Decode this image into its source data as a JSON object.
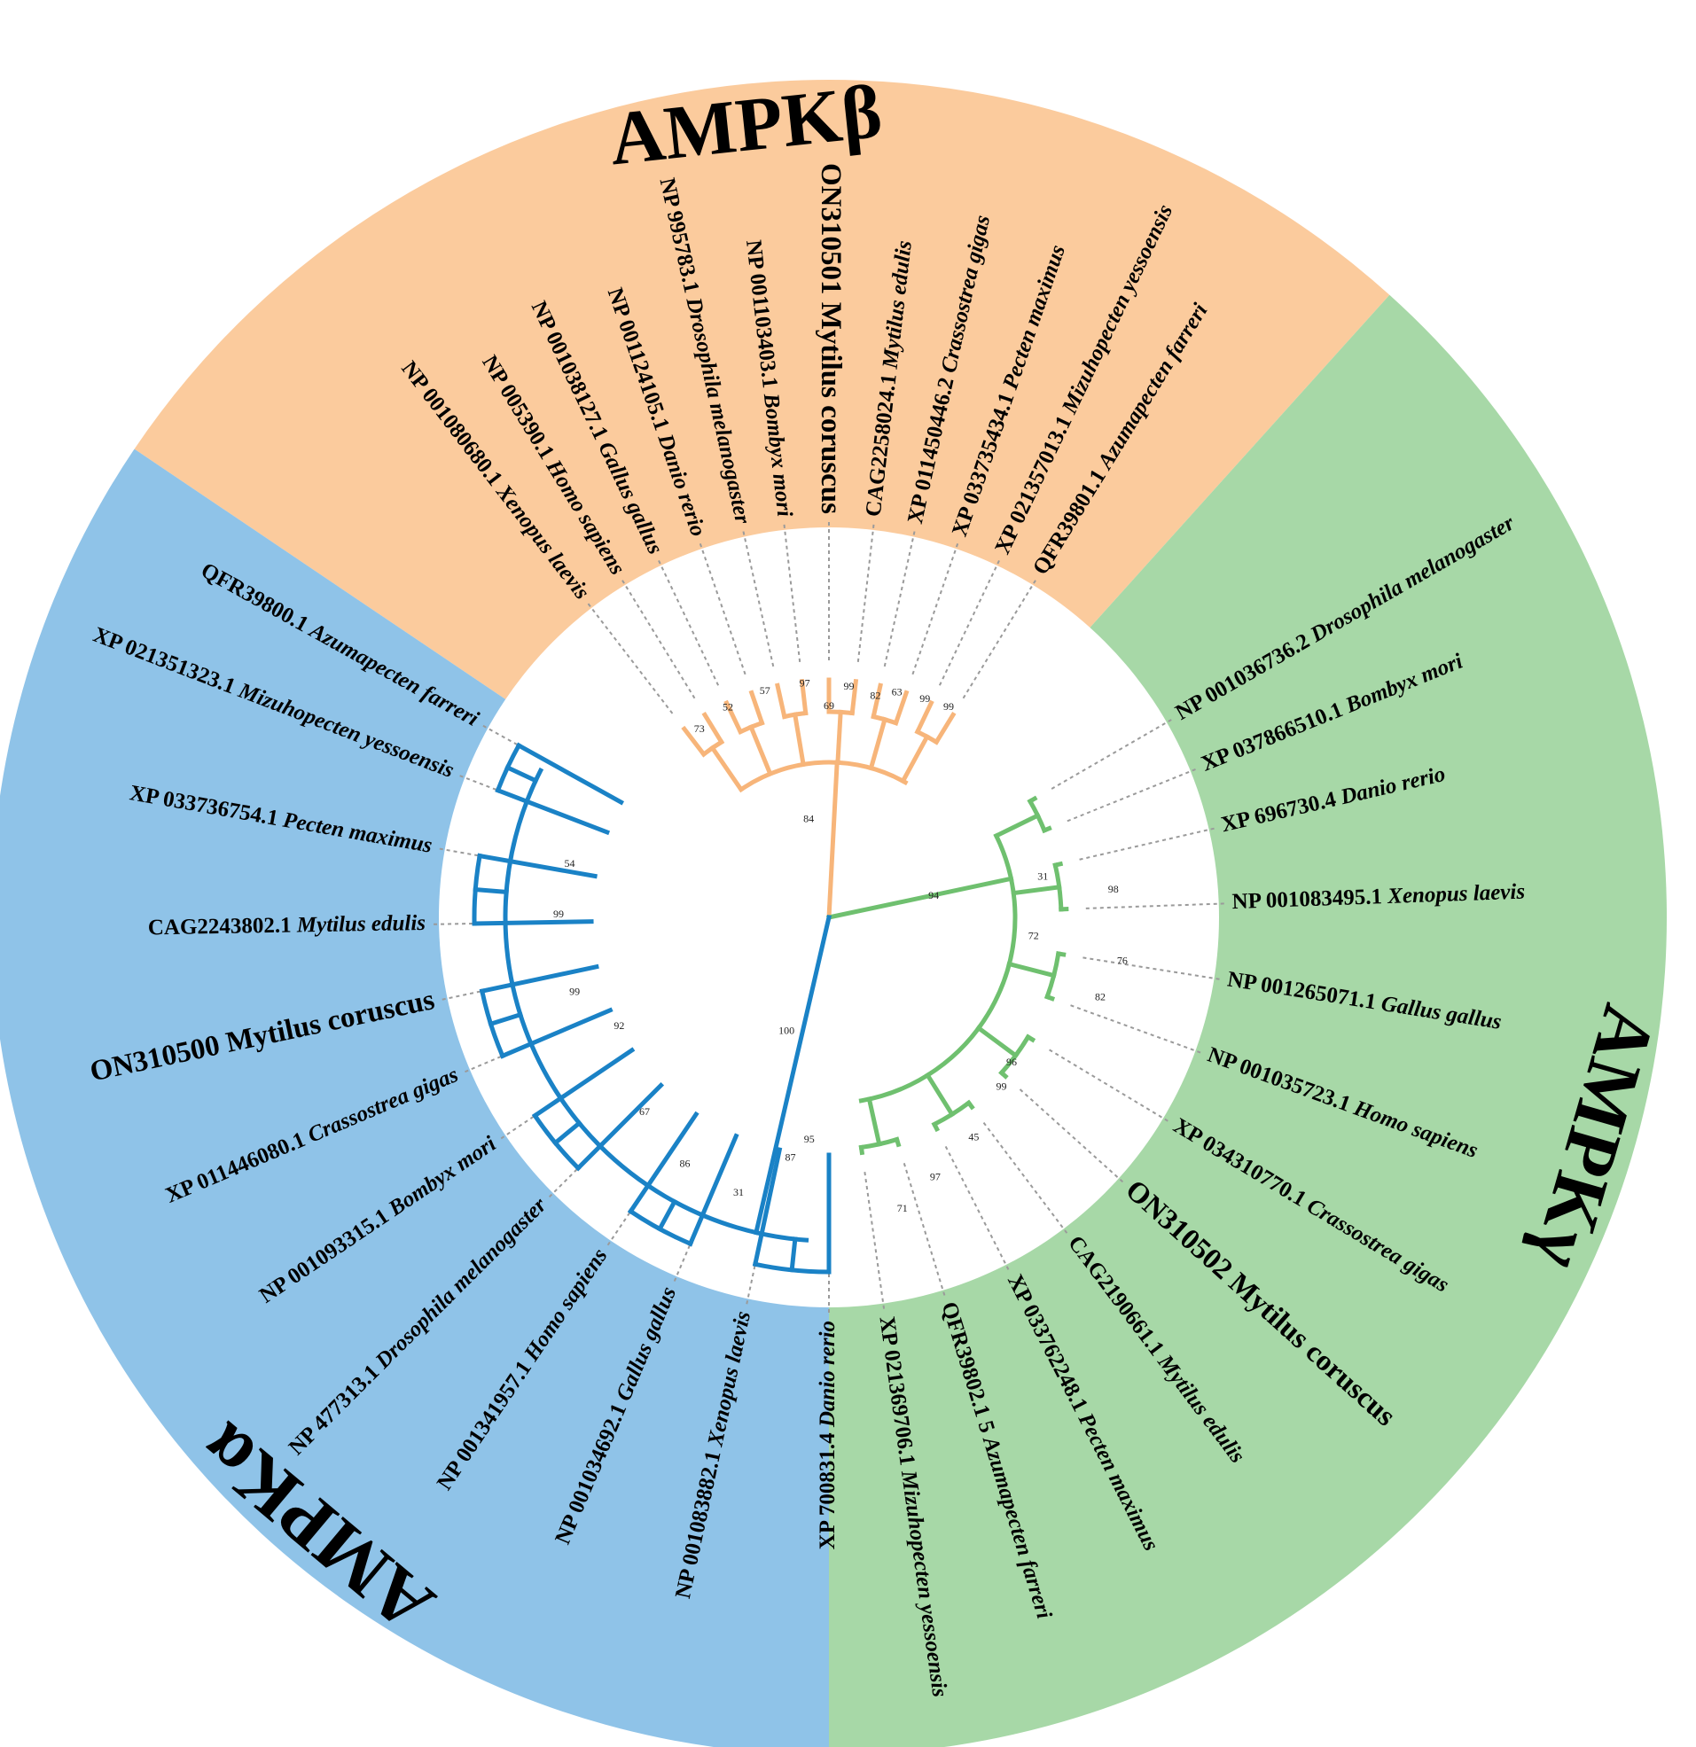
{
  "tree": {
    "groups": [
      {
        "id": "beta",
        "title": "AMPKβ",
        "color": "#f7b57a",
        "fill": "#fbcb9d"
      },
      {
        "id": "gamma",
        "title": "AMPKγ",
        "color": "#6fc06f",
        "fill": "#a7d8a7"
      },
      {
        "id": "alpha",
        "title": "AMPKα",
        "color": "#1a82c6",
        "fill": "#8fc3e8"
      }
    ],
    "leaves": [
      {
        "group": "beta",
        "acc": "NP 001080680.1",
        "species": "Xenopus laevis"
      },
      {
        "group": "beta",
        "acc": "NP 005390.1",
        "species": "Homo sapiens"
      },
      {
        "group": "beta",
        "acc": "NP 001038127.1",
        "species": "Gallus gallus"
      },
      {
        "group": "beta",
        "acc": "NP 001124105.1",
        "species": "Danio rerio"
      },
      {
        "group": "beta",
        "acc": "NP 995783.1",
        "species": "Drosophila melanogaster"
      },
      {
        "group": "beta",
        "acc": "NP 001103403.1",
        "species": "Bombyx mori"
      },
      {
        "group": "beta",
        "acc": "ON310501",
        "species": "Mytilus coruscus",
        "highlight": true
      },
      {
        "group": "beta",
        "acc": "CAG2258024.1",
        "species": "Mytilus edulis"
      },
      {
        "group": "beta",
        "acc": "XP 011450446.2",
        "species": "Crassostrea gigas"
      },
      {
        "group": "beta",
        "acc": "XP 033735434.1",
        "species": "Pecten maximus"
      },
      {
        "group": "beta",
        "acc": "XP 021357013.1",
        "species": "Mizuhopecten yessoensis"
      },
      {
        "group": "beta",
        "acc": "QFR39801.1",
        "species": "Azumapecten farreri"
      },
      {
        "group": "gamma",
        "acc": "NP 001036736.2",
        "species": "Drosophila melanogaster"
      },
      {
        "group": "gamma",
        "acc": "XP 037866510.1",
        "species": "Bombyx mori"
      },
      {
        "group": "gamma",
        "acc": "XP 696730.4",
        "species": "Danio rerio"
      },
      {
        "group": "gamma",
        "acc": "NP 001083495.1",
        "species": "Xenopus laevis"
      },
      {
        "group": "gamma",
        "acc": "NP 001265071.1",
        "species": "Gallus gallus"
      },
      {
        "group": "gamma",
        "acc": "NP 001035723.1",
        "species": "Homo sapiens"
      },
      {
        "group": "gamma",
        "acc": "XP 034310770.1",
        "species": "Crassostrea gigas"
      },
      {
        "group": "gamma",
        "acc": "ON310502",
        "species": "Mytilus coruscus",
        "highlight": true
      },
      {
        "group": "gamma",
        "acc": "CAG2190661.1",
        "species": "Mytilus edulis"
      },
      {
        "group": "gamma",
        "acc": "XP 033762248.1",
        "species": "Pecten maximus"
      },
      {
        "group": "gamma",
        "acc": "QFR39802.1 5",
        "species": "Azumapecten farreri"
      },
      {
        "group": "gamma",
        "acc": "XP 021369706.1",
        "species": "Mizuhopecten yessoensis"
      },
      {
        "group": "alpha",
        "acc": "XP 700831.4",
        "species": "Danio rerio"
      },
      {
        "group": "alpha",
        "acc": "NP 001083882.1",
        "species": "Xenopus laevis"
      },
      {
        "group": "alpha",
        "acc": "NP 001034692.1",
        "species": "Gallus gallus"
      },
      {
        "group": "alpha",
        "acc": "NP 001341957.1",
        "species": "Homo sapiens"
      },
      {
        "group": "alpha",
        "acc": "NP 477313.1",
        "species": "Drosophila melanogaster"
      },
      {
        "group": "alpha",
        "acc": "NP 001093315.1",
        "species": "Bombyx mori"
      },
      {
        "group": "alpha",
        "acc": "XP 011446080.1",
        "species": "Crassostrea gigas"
      },
      {
        "group": "alpha",
        "acc": "ON310500",
        "species": "Mytilus coruscus",
        "highlight": true
      },
      {
        "group": "alpha",
        "acc": "CAG2243802.1",
        "species": "Mytilus edulis"
      },
      {
        "group": "alpha",
        "acc": "XP 033736754.1",
        "species": "Pecten maximus"
      },
      {
        "group": "alpha",
        "acc": "XP 021351323.1",
        "species": "Mizuhopecten yessoensis"
      },
      {
        "group": "alpha",
        "acc": "QFR39800.1",
        "species": "Azumapecten farreri"
      }
    ],
    "support_values": [
      "84",
      "94",
      "100",
      "73",
      "52",
      "57",
      "97",
      "69",
      "99",
      "82",
      "63",
      "99",
      "99",
      "31",
      "72",
      "98",
      "76",
      "82",
      "96",
      "99",
      "45",
      "97",
      "71",
      "99",
      "54",
      "99",
      "92",
      "67",
      "86",
      "31",
      "95",
      "87"
    ]
  }
}
